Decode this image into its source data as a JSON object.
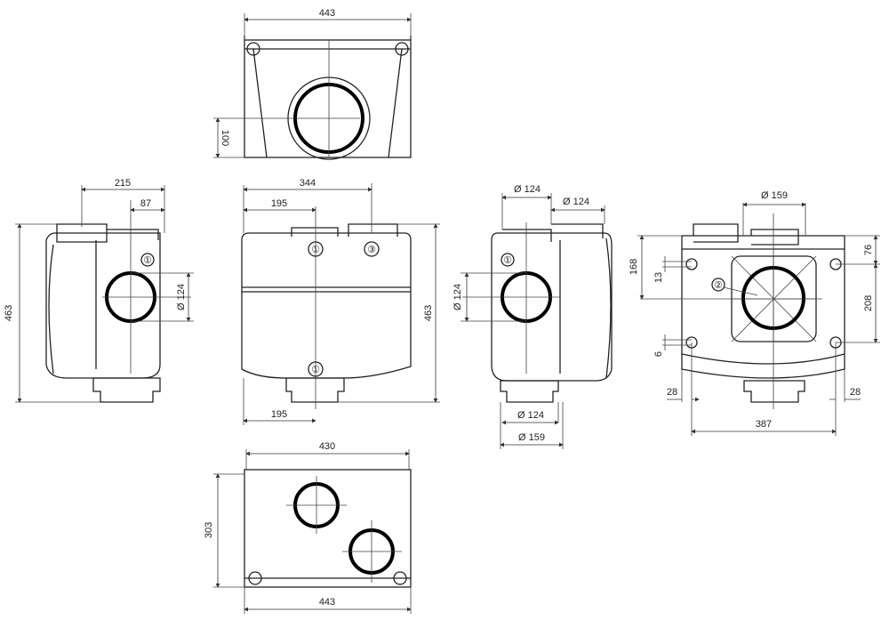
{
  "top_view": {
    "width": "443",
    "depth": "100"
  },
  "left_view": {
    "width": "215",
    "offset": "87",
    "height": "463",
    "port_diameter": "Ø 124",
    "port_marker": "①"
  },
  "front_view": {
    "width": "344",
    "offset_top": "195",
    "offset_bottom": "195",
    "height": "463",
    "marker_top_left": "①",
    "marker_top_right": "③",
    "marker_bottom": "①"
  },
  "right_view": {
    "top_diameter_left": "Ø 124",
    "top_diameter_right": "Ø 124",
    "side_diameter": "Ø 124",
    "bottom_diameter_inner": "Ø 124",
    "bottom_diameter_outer": "Ø 159",
    "port_marker": "①"
  },
  "rear_view": {
    "fan_diameter": "Ø 159",
    "fan_marker": "②",
    "height_left": "168",
    "hole_spacing_top": "13",
    "hole_spacing_bottom": "6",
    "top_offset_right": "76",
    "hole_vertical_spacing": "208",
    "margin_left": "28",
    "margin_right": "28",
    "hole_horizontal_spacing": "387"
  },
  "bottom_view": {
    "width_top": "430",
    "depth": "303",
    "width_bottom": "443"
  }
}
